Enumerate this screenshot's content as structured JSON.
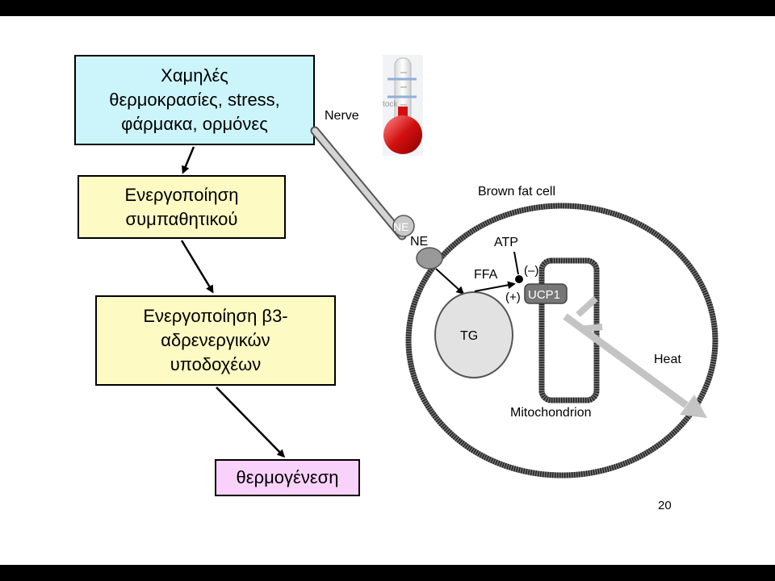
{
  "flow": {
    "step1": "Χαμηλές\nθερμοκρασίες, stress,\nφάρμακα, ορμόνες",
    "step2": "Ενεργοποίηση\nσυμπαθητικού",
    "step3": "Ενεργοποίηση β3-\nαδρενεργικών\nυποδοχέων",
    "step4": "θερμογένεση"
  },
  "cell": {
    "nerve": "Nerve",
    "cell_label": "Brown fat cell",
    "ne_terminal": "NE",
    "ne_receptor": "NE",
    "atp": "ATP",
    "minus": "(–)",
    "ffa": "FFA",
    "plus": "(+)",
    "ucp1": "UCP1",
    "tg": "TG",
    "heat": "Heat",
    "mitochondrion": "Mitochondrion"
  },
  "thermometer": {
    "label": "tock"
  },
  "page_number": "20",
  "colors": {
    "box1_fill": "#ccf5fb",
    "box_yellow_fill": "#fdfac4",
    "box4_fill": "#f8d2fb",
    "heat_arrow": "#c4c4c4",
    "thermo_red": "#d21010"
  }
}
